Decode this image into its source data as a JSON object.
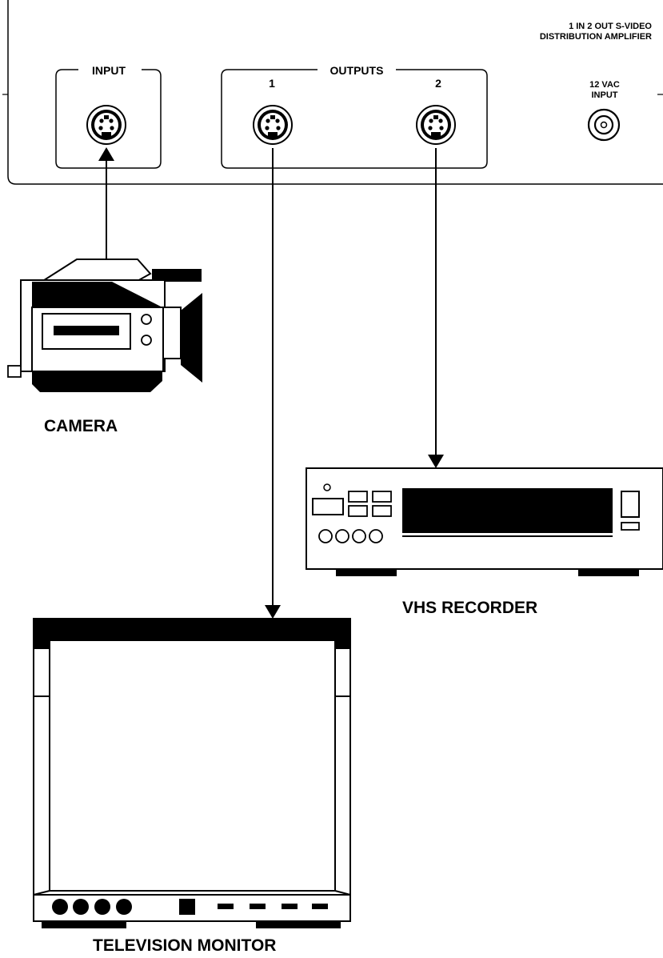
{
  "amplifier": {
    "model_line1": "1 IN 2 OUT S-VIDEO",
    "model_line2": "DISTRIBUTION AMPLIFIER",
    "input_label": "INPUT",
    "outputs_label": "OUTPUTS",
    "output1_label": "1",
    "output2_label": "2",
    "power_line1": "12 VAC",
    "power_line2": "INPUT"
  },
  "devices": {
    "camera_label": "CAMERA",
    "vhs_label": "VHS RECORDER",
    "tv_label": "TELEVISION MONITOR"
  },
  "colors": {
    "ink": "#000000",
    "paper": "#ffffff"
  }
}
